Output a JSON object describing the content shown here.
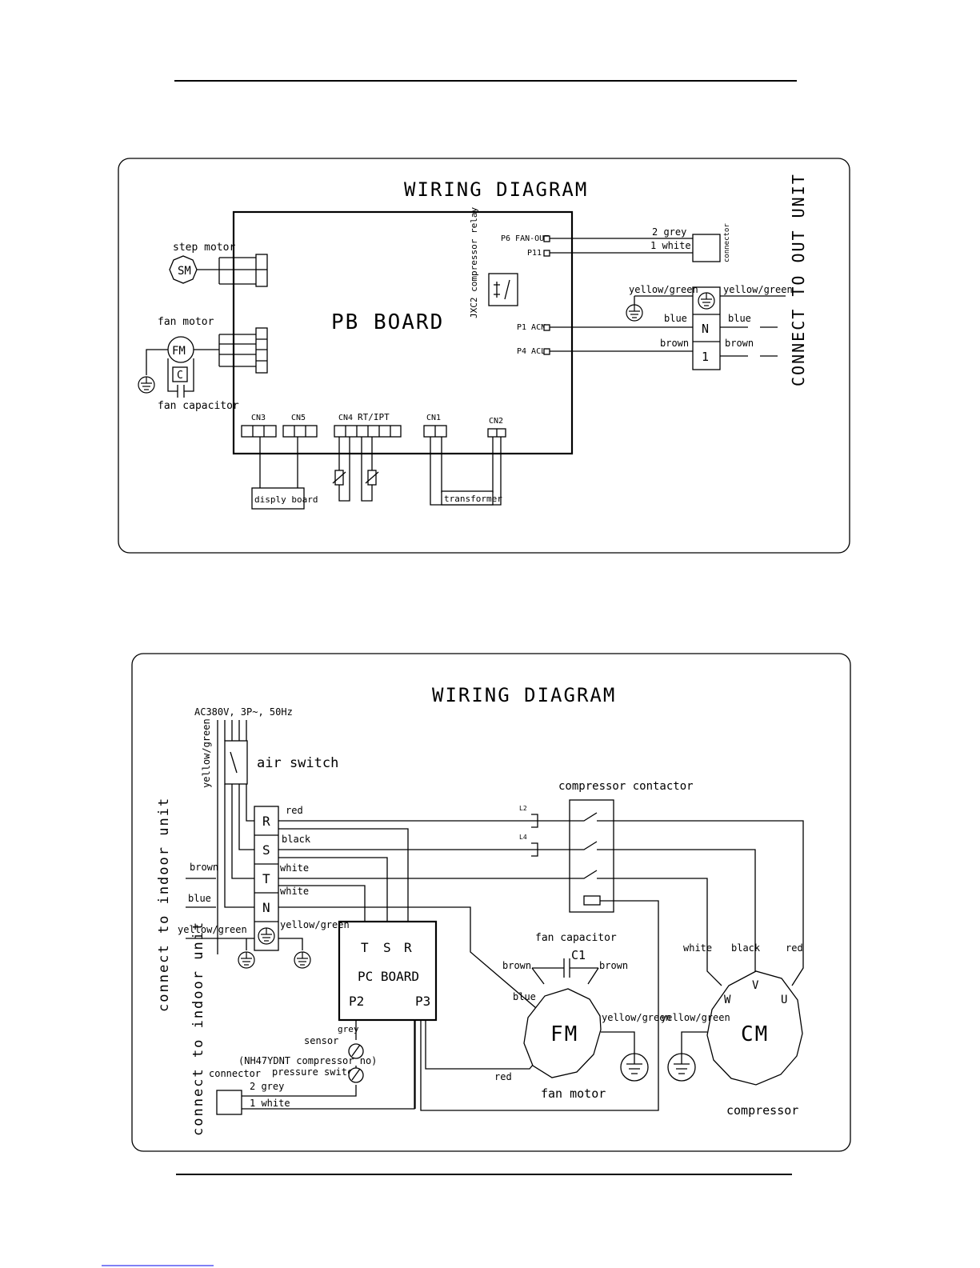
{
  "colors": {
    "ink": "#000000",
    "paper": "#ffffff",
    "link": "#0000ee"
  },
  "indoor": {
    "title": "WIRING DIAGRAM",
    "board": "PB BOARD",
    "step_motor": "step motor",
    "sm": "SM",
    "fan_motor": "fan motor",
    "fm": "FM",
    "cap_letter": "C",
    "fan_capacitor": "fan capacitor",
    "relay": "JXC2 compressor relay",
    "p6": "P6 FAN-OUT",
    "p11": "P11",
    "p1": "P1 ACN",
    "p4": "P4 ACL",
    "grey2": "2 grey",
    "white1": "1 white",
    "connector": "connector",
    "yg_left": "yellow/green",
    "yg_right": "yellow/green",
    "blue_left": "blue",
    "blue_right": "blue",
    "brown_left": "brown",
    "brown_right": "brown",
    "term_n": "N",
    "term_1": "1",
    "connect_out": "CONNECT TO OUT UNIT",
    "cn3": "CN3",
    "cn5": "CN5",
    "cn4": "CN4",
    "rt_ipt": "RT/IPT",
    "cn1": "CN1",
    "cn2": "CN2",
    "display_board": "disply board",
    "transformer": "transformer"
  },
  "outdoor": {
    "title": "WIRING DIAGRAM",
    "supply": "AC380V, 3P~, 50Hz",
    "yg_vertical": "yellow/green",
    "air_switch": "air switch",
    "connect_indoor_1": "connect to indoor unit",
    "connect_indoor_2": "connect to indoor unit",
    "brown": "brown",
    "blue": "blue",
    "yg_left": "yellow/green",
    "yg_mid": "yellow/green",
    "term_r": "R",
    "term_s": "S",
    "term_t": "T",
    "term_n": "N",
    "red": "red",
    "black": "black",
    "white1": "white",
    "white2": "white",
    "compressor_contactor": "compressor contactor",
    "l2": "L2",
    "l4": "L4",
    "pc_t": "T",
    "pc_s": "S",
    "pc_r": "R",
    "pc_board": "PC BOARD",
    "p2": "P2",
    "p3": "P3",
    "grey": "grey",
    "sensor": "sensor",
    "nh_note": "(NH47YDNT compressor no)",
    "pressure_switch": "pressure switch",
    "connector": "connector",
    "grey2": "2 grey",
    "white1_conn": "1 white",
    "fan_capacitor": "fan capacitor",
    "c1": "C1",
    "fc_brown_l": "brown",
    "fc_brown_r": "brown",
    "fm_blue": "blue",
    "fm": "FM",
    "fm_red": "red",
    "fm_yg": "yellow/green",
    "fan_motor": "fan motor",
    "cm_white": "white",
    "cm_black": "black",
    "cm_red": "red",
    "cm_yg": "yellow/green",
    "cm_w": "W",
    "cm_v": "V",
    "cm_u": "U",
    "cm": "CM",
    "compressor": "compressor"
  }
}
